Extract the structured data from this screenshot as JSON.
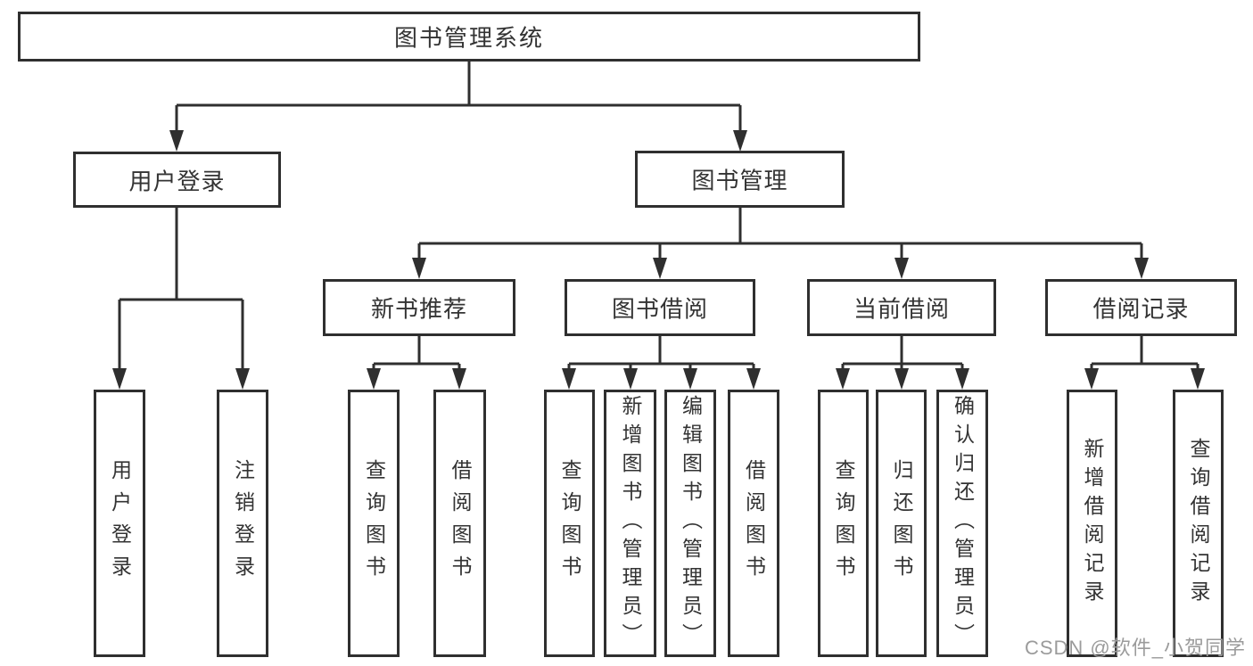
{
  "colors": {
    "line": "#2f2f2f",
    "text": "#333333",
    "background": "#ffffff",
    "watermark": "#9b9b9b"
  },
  "watermark": "CSDN @软件_小贺同学",
  "tree": {
    "label": "图书管理系统",
    "children": [
      {
        "label": "用户登录",
        "children": [
          {
            "label": "用户登录"
          },
          {
            "label": "注销登录"
          }
        ]
      },
      {
        "label": "图书管理",
        "children": [
          {
            "label": "新书推荐",
            "children": [
              {
                "label": "查询图书"
              },
              {
                "label": "借阅图书"
              }
            ]
          },
          {
            "label": "图书借阅",
            "children": [
              {
                "label": "查询图书"
              },
              {
                "label": "新增图书（管理员）"
              },
              {
                "label": "编辑图书（管理员）"
              },
              {
                "label": "借阅图书"
              }
            ]
          },
          {
            "label": "当前借阅",
            "children": [
              {
                "label": "查询图书"
              },
              {
                "label": "归还图书"
              },
              {
                "label": "确认归还（管理员）"
              }
            ]
          },
          {
            "label": "借阅记录",
            "children": [
              {
                "label": "新增借阅记录"
              },
              {
                "label": "查询借阅记录"
              }
            ]
          }
        ]
      }
    ]
  }
}
